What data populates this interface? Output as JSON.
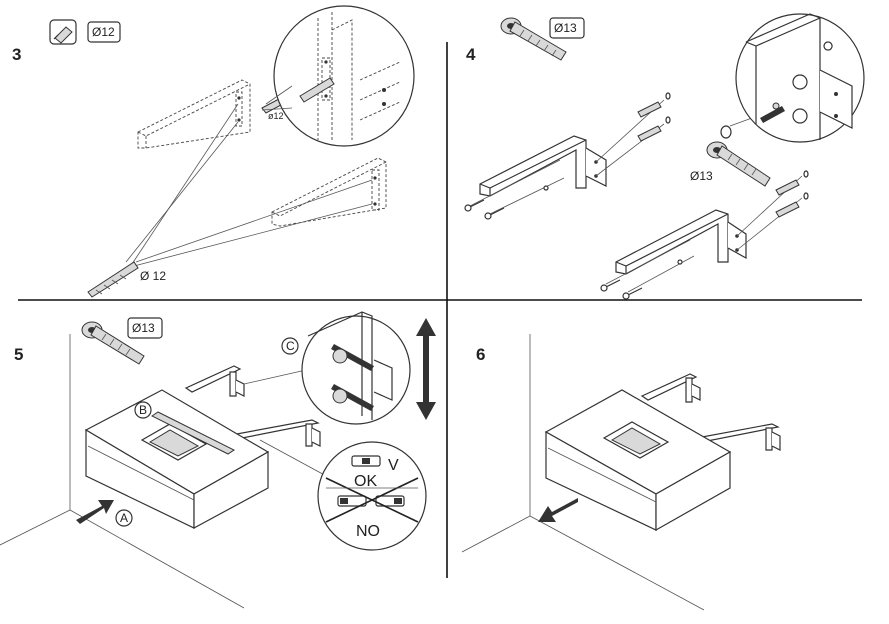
{
  "panels": [
    {
      "step": "3",
      "badge": "Ø12",
      "drill_label_small": "ø12",
      "drill_label": "Ø 12"
    },
    {
      "step": "4",
      "badge": "Ø13",
      "screw_label": "Ø13"
    },
    {
      "step": "5",
      "badge": "Ø13",
      "callout_a": "A",
      "callout_b": "B",
      "callout_c": "C",
      "ok_mark": "V",
      "ok_label": "OK",
      "no_label": "NO"
    },
    {
      "step": "6"
    }
  ],
  "icons": [
    "drill-icon",
    "screw-icon",
    "arrow-icon",
    "level-icon",
    "bracket-icon"
  ]
}
